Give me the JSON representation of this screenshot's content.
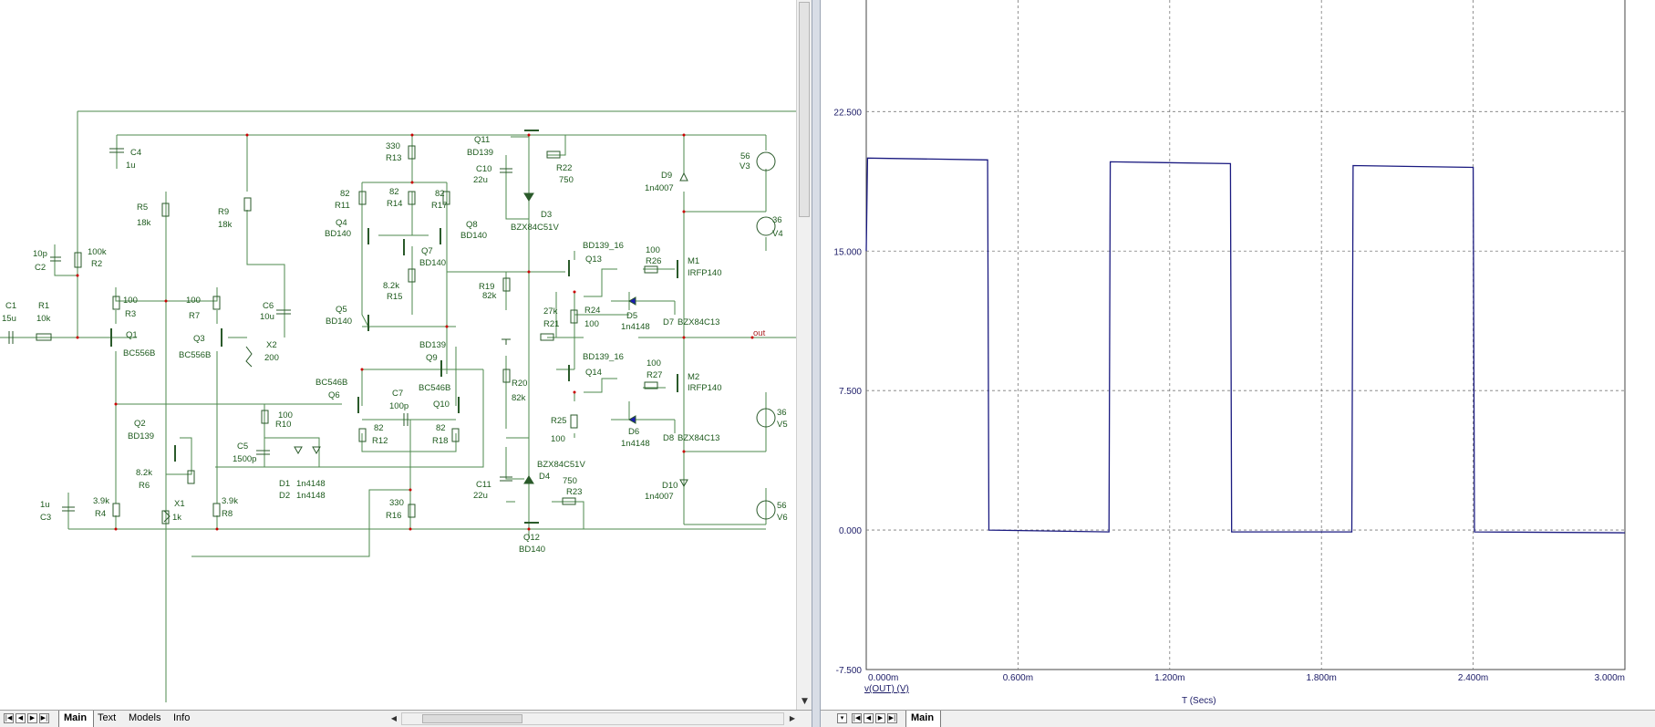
{
  "schematic": {
    "labels": {
      "C1": "C1",
      "C1v": "15u",
      "R1": "R1",
      "R1v": "10k",
      "C2v": "10p",
      "C2": "C2",
      "R2v": "100k",
      "R2": "R2",
      "C4": "C4",
      "C4v": "1u",
      "R5": "R5",
      "R5v": "18k",
      "R9": "R9",
      "R9v": "18k",
      "R3v": "100",
      "R3": "R3",
      "Q1": "Q1",
      "Q1t": "BC556B",
      "R7v": "100",
      "R7": "R7",
      "Q3": "Q3",
      "Q3t": "BC556B",
      "C6": "C6",
      "C6v": "10u",
      "X2": "X2",
      "X2v": "200",
      "Q2": "Q2",
      "Q2t": "BD139",
      "R6v": "8.2k",
      "R6": "R6",
      "X1": "X1",
      "X1v": "1k",
      "R4v": "3.9k",
      "R4": "R4",
      "C3v": "1u",
      "C3": "C3",
      "R8v": "3.9k",
      "R8": "R8",
      "R10v": "100",
      "R10": "R10",
      "C5": "C5",
      "C5v": "1500p",
      "D1": "D1",
      "D1t": "1n4148",
      "D2": "D2",
      "D2t": "1n4148",
      "R13v": "330",
      "R13": "R13",
      "R11v": "82",
      "R11": "R11",
      "R14v": "82",
      "R14": "R14",
      "R17v": "82",
      "R17": "R17",
      "Q4": "Q4",
      "Q4t": "BD140",
      "Q8": "Q8",
      "Q8t": "BD140",
      "Q7": "Q7",
      "Q7t": "BD140",
      "R15v": "8.2k",
      "R15": "R15",
      "Q5": "Q5",
      "Q5t": "BD140",
      "Q9t": "BD139",
      "Q9": "Q9",
      "Q6t": "BC546B",
      "Q6": "Q6",
      "C7": "C7",
      "C7v": "100p",
      "Q10t": "BC546B",
      "Q10": "Q10",
      "R12v": "82",
      "R12": "R12",
      "R18v": "82",
      "R18": "R18",
      "R16v": "330",
      "R16": "R16",
      "Q11": "Q11",
      "Q11t": "BD139",
      "C10": "C10",
      "C10v": "22u",
      "R22": "R22",
      "R22v": "750",
      "D3": "D3",
      "D3t": "BZX84C51V",
      "R19": "R19",
      "R19v": "82k",
      "R20": "R20",
      "R20v": "82k",
      "Q13t": "BD139_16",
      "Q13": "Q13",
      "R26v": "100",
      "R26": "R26",
      "M1": "M1",
      "M1t": "IRFP140",
      "R21v": "27k",
      "R21": "R21",
      "R24": "R24",
      "R24v": "100",
      "D5": "D5",
      "D5t": "1n4148",
      "D7": "D7",
      "D7t": "BZX84C13",
      "out": "out",
      "Q14t": "BD139_16",
      "Q14": "Q14",
      "R27v": "100",
      "R27": "R27",
      "M2": "M2",
      "M2t": "IRFP140",
      "R25": "R25",
      "R25v": "100",
      "D6": "D6",
      "D6t": "1n4148",
      "D8": "D8",
      "D8t": "BZX84C13",
      "D4t": "BZX84C51V",
      "D4": "D4",
      "C11": "C11",
      "C11v": "22u",
      "R23v": "750",
      "R23": "R23",
      "Q12": "Q12",
      "Q12t": "BD140",
      "D9": "D9",
      "D9t": "1n4007",
      "D10": "D10",
      "D10t": "1n4007",
      "V3v": "56",
      "V3": "V3",
      "V4v": "36",
      "V4": "V4",
      "V5v": "36",
      "V5": "V5",
      "V6v": "56",
      "V6": "V6"
    }
  },
  "graph": {
    "y_tick_labels": [
      "22.500",
      "15.000",
      "7.500",
      "0.000",
      "-7.500"
    ],
    "x_tick_labels": [
      "0.000m",
      "0.600m",
      "1.200m",
      "1.800m",
      "2.400m",
      "3.000m"
    ],
    "trace_label": "v(OUT) (V)",
    "x_axis_label": "T (Secs)",
    "trace_color": "#1a1a80",
    "grid": true
  },
  "chart_data": {
    "type": "line",
    "xlabel": "T (Secs)",
    "ylabel": "",
    "xlim": [
      0,
      3.0
    ],
    "ylim": [
      -7.5,
      28.5
    ],
    "x_unit": "ms",
    "series": [
      {
        "name": "v(OUT) (V)",
        "x": [
          0,
          0.005,
          0.48,
          0.485,
          0.96,
          0.965,
          1.44,
          1.445,
          1.92,
          1.925,
          2.4,
          2.405,
          3.0
        ],
        "y": [
          15.0,
          20.0,
          19.9,
          0.0,
          -0.1,
          19.8,
          19.7,
          -0.1,
          -0.1,
          19.6,
          19.5,
          -0.1,
          -0.15
        ]
      }
    ]
  },
  "tabs": {
    "left": [
      "Main",
      "Text",
      "Models",
      "Info"
    ],
    "right": [
      "Main"
    ]
  }
}
